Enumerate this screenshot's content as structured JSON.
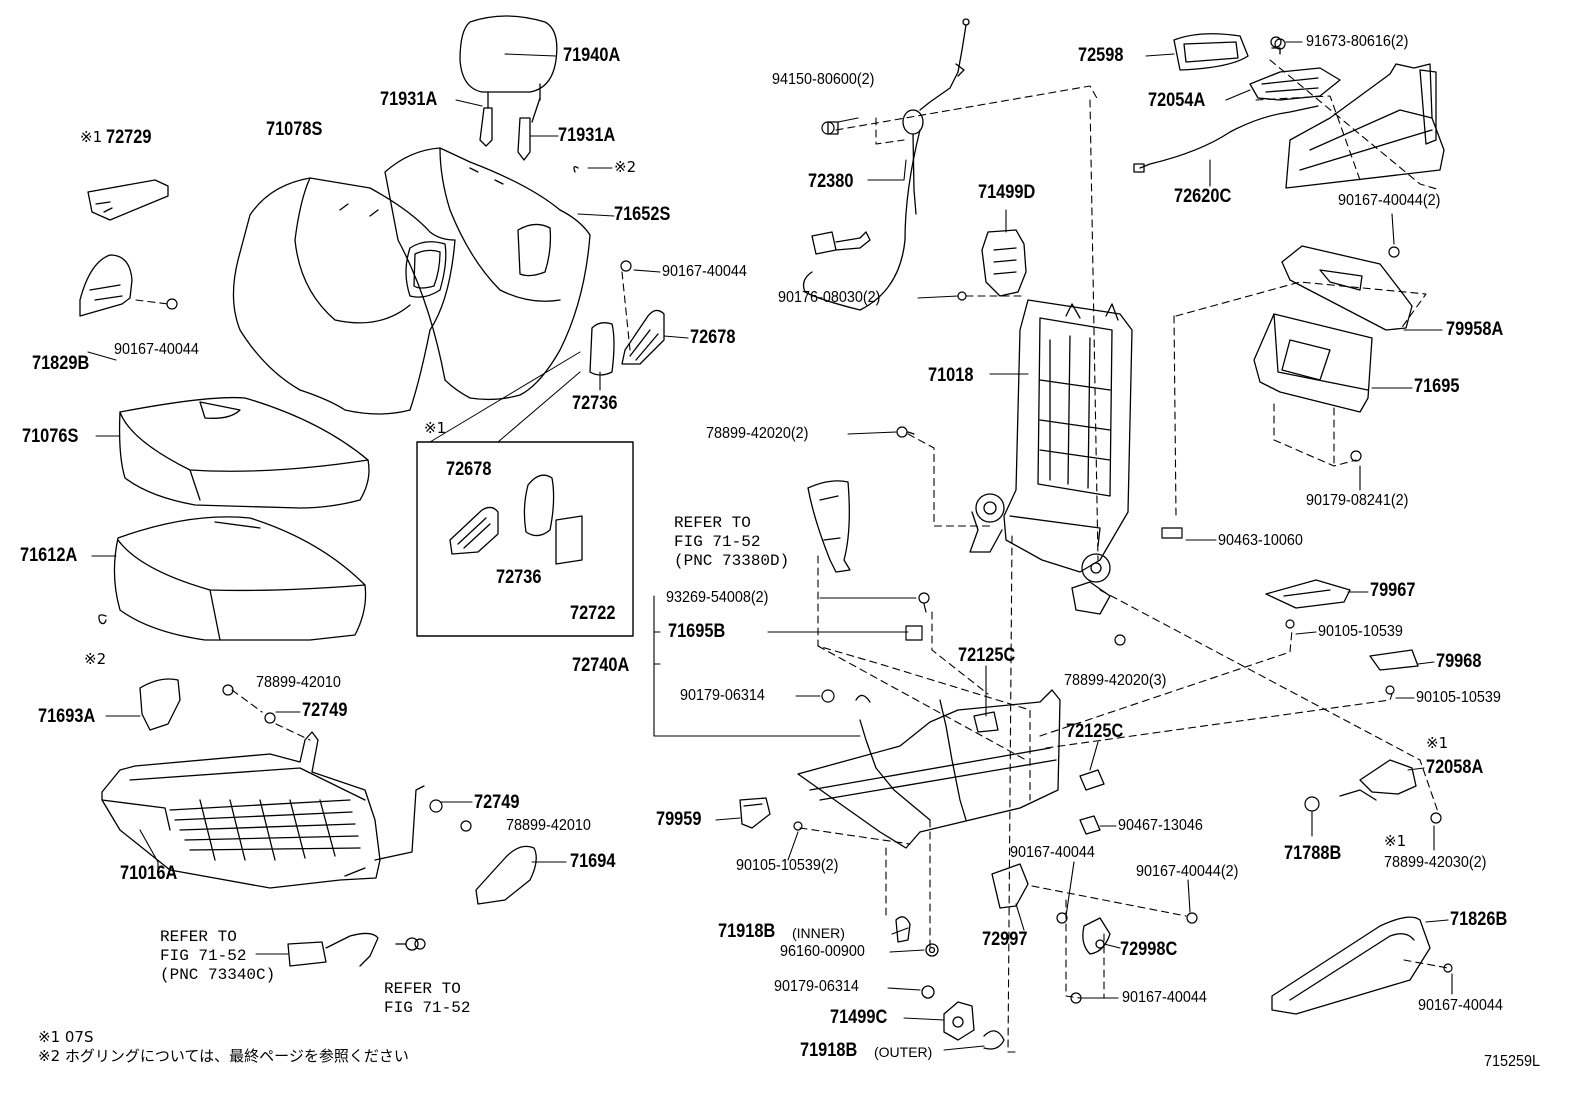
{
  "diagram": {
    "drawing_id": "715259L",
    "labels": {
      "l71940A": "71940A",
      "l71931A_1": "71931A",
      "l71931A_2": "71931A",
      "l_note2_top": "※2",
      "l72729": "72729",
      "l72729_mark": "※1",
      "l71078S": "71078S",
      "l71652S": "71652S",
      "l90167_40044_a": "90167-40044",
      "l72678": "72678",
      "l72736": "72736",
      "l71829B": "71829B",
      "l90167_40044_b": "90167-40044",
      "l71076S": "71076S",
      "l71612A": "71612A",
      "l_note2_left": "※2",
      "l71693A": "71693A",
      "l78899_42010_a": "78899-42010",
      "l72749_a": "72749",
      "l72749_b": "72749",
      "l78899_42010_b": "78899-42010",
      "l71694": "71694",
      "l71016A": "71016A",
      "l94150_80600": "94150-80600(2)",
      "l72380": "72380",
      "l71499D": "71499D",
      "l90176_08030": "90176-08030(2)",
      "l71018": "71018",
      "l78899_42020_2": "78899-42020(2)",
      "l90463_10060": "90463-10060",
      "l93269_54008": "93269-54008(2)",
      "l71695B": "71695B",
      "l72740A": "72740A",
      "l90179_06314_a": "90179-06314",
      "l72125C_a": "72125C",
      "l78899_42020_3": "78899-42020(3)",
      "l72125C_b": "72125C",
      "l79959": "79959",
      "l90105_10539_2": "90105-10539(2)",
      "l90467_13046": "90467-13046",
      "l90167_40044_c": "90167-40044",
      "l71918B_inner": "71918B",
      "l_inner": "(INNER)",
      "l96160_00900": "96160-00900",
      "l72997": "72997",
      "l90179_06314_b": "90179-06314",
      "l71499C": "71499C",
      "l71918B_outer": "71918B",
      "l_outer": "(OUTER)",
      "l90167_40044_d": "90167-40044(2)",
      "l72998C": "72998C",
      "l90167_40044_e": "90167-40044",
      "l72598": "72598",
      "l91673_80616": "91673-80616(2)",
      "l72054A": "72054A",
      "l72620C": "72620C",
      "l90167_40044_f": "90167-40044(2)",
      "l79958A": "79958A",
      "l71695": "71695",
      "l90179_08241": "90179-08241(2)",
      "l79967": "79967",
      "l90105_10539_a": "90105-10539",
      "l79968": "79968",
      "l90105_10539_b": "90105-10539",
      "l72058A": "72058A",
      "l72058A_mark": "※1",
      "l71788B": "71788B",
      "l78899_42030": "78899-42030(2)",
      "l78899_42030_mark": "※1",
      "l71826B": "71826B",
      "l90167_40044_g": "90167-40044",
      "l_inset_mark": "※1",
      "l_inset_72678": "72678",
      "l_inset_72736": "72736",
      "l_inset_72722": "72722"
    },
    "refs": {
      "ref_7338": "REFER TO\nFIG 71-52\n(PNC 73380D)",
      "ref_7334": "REFER TO\nFIG 71-52\n(PNC 73340C)",
      "ref_fig": "REFER TO\nFIG 71-52"
    },
    "notes": {
      "note1": "※1  07S",
      "note2": "※2  ホグリングについては、最終ページを参照ください"
    }
  }
}
